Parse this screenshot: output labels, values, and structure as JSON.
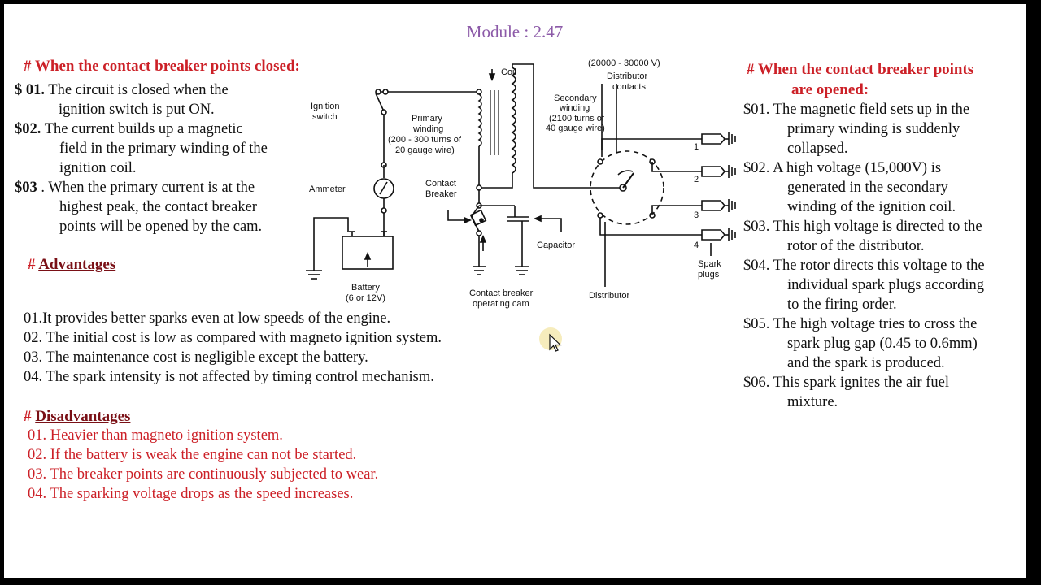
{
  "module_title": "Module : 2.47",
  "closed": {
    "heading": "# When the contact breaker points closed:",
    "items": [
      {
        "num": "$ 01.",
        "lines": [
          "The circuit is closed when the",
          "ignition switch is put ON."
        ]
      },
      {
        "num": "$02.",
        "lines": [
          "The current builds up a magnetic",
          "field in the primary winding of the",
          "ignition coil."
        ]
      },
      {
        "num": "$03",
        "lines": [
          ". When the primary current is at the",
          "highest peak, the contact breaker",
          "points will be opened by the cam."
        ]
      }
    ]
  },
  "advantages": {
    "hash": "#",
    "title": "Advantages",
    "items": [
      "01.It provides better sparks even at low speeds of the engine.",
      "02. The initial cost is low as compared with magneto ignition system.",
      "03. The maintenance cost is negligible except the battery.",
      "04. The spark intensity is not affected by timing control mechanism."
    ]
  },
  "disadvantages": {
    "hash": "#",
    "title": "Disadvantages",
    "items": [
      "01. Heavier than magneto ignition system.",
      "02. If the battery is weak the engine can not be started.",
      "03. The breaker points are continuously subjected to wear.",
      "04. The sparking voltage drops as the speed increases."
    ]
  },
  "opened": {
    "heading_lines": [
      "# When the contact breaker points",
      "are opened:"
    ],
    "items": [
      {
        "num": "$01.",
        "lines": [
          "The magnetic field sets up in the",
          "primary winding is suddenly",
          "collapsed."
        ]
      },
      {
        "num": "$02.",
        "lines": [
          "A high voltage (15,000V) is",
          "generated in the secondary",
          "winding of the ignition coil."
        ]
      },
      {
        "num": "$03.",
        "lines": [
          "This high voltage is directed to the",
          "rotor of the distributor."
        ]
      },
      {
        "num": "$04.",
        "lines": [
          "The rotor directs this voltage to the",
          "individual spark plugs according",
          "to the firing order."
        ]
      },
      {
        "num": "$05.",
        "lines": [
          "The high voltage tries to cross the",
          "spark plug gap (0.45 to 0.6mm)",
          "and the spark is produced."
        ]
      },
      {
        "num": "$06.",
        "lines": [
          "This spark ignites the air fuel",
          "mixture."
        ]
      }
    ]
  },
  "diagram": {
    "coil": "Coil",
    "voltage": "(20000 - 30000 V)",
    "distributor_contacts": [
      "Distributor",
      "contacts"
    ],
    "secondary": [
      "Secondary",
      "winding",
      "(2100 turns of",
      "40 gauge wire)"
    ],
    "ignition": [
      "Ignition",
      "switch"
    ],
    "primary": [
      "Primary",
      "winding",
      "(200 - 300 turns of",
      "20 gauge wire)"
    ],
    "ammeter": "Ammeter",
    "contact_breaker": [
      "Contact",
      "Breaker"
    ],
    "capacitor": "Capacitor",
    "spark_plugs": [
      "Spark",
      "plugs"
    ],
    "battery": [
      "Battery",
      "(6 or 12V)"
    ],
    "cam": [
      "Contact breaker",
      "operating cam"
    ],
    "distributor": "Distributor",
    "plug_numbers": [
      "1",
      "2",
      "3",
      "4"
    ]
  }
}
